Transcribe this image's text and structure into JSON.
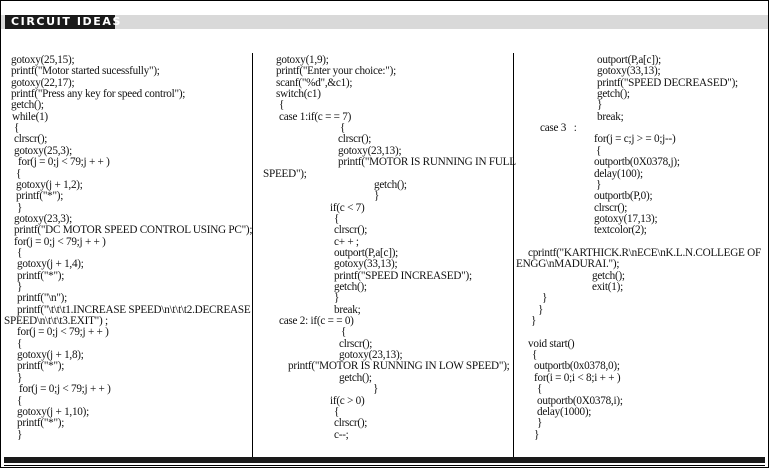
{
  "header": {
    "section_label": "CIRCUIT IDEAS"
  },
  "columns": [
    [
      "gotoxy(25,15);",
      "printf(\"Motor started sucessfully\");",
      "gotoxy(22,17);",
      "printf(\"Press any key for speed control\");",
      "getch();",
      "while(1)",
      "{",
      "clrscr();",
      "gotoxy(25,3);",
      "for(j = 0;j < 79;j + + )",
      "{",
      "gotoxy(j + 1,2);",
      "printf(\"*\");",
      "}",
      "gotoxy(23,3);",
      "printf(\"DC MOTOR SPEED CONTROL USING PC\");",
      "for(j = 0;j < 79;j + + )",
      "{",
      "gotoxy(j + 1,4);",
      "printf(\"*\");",
      "}",
      "printf(\"\\n\");",
      "printf(\"\\t\\t\\t1.INCREASE SPEED\\n\\t\\t\\t2.DECREASE",
      "SPEED\\n\\t\\t\\t3.EXIT\") ;",
      "for(j = 0;j < 79;j + + )",
      "{",
      "gotoxy(j + 1,8);",
      "printf(\"*\");",
      "}",
      "for(j = 0;j < 79;j + + )",
      "{",
      "gotoxy(j + 1,10);",
      "printf(\"*\");",
      "}"
    ],
    [
      "gotoxy(1,9);",
      "printf(\"Enter your choice:\");",
      "scanf(\"%d\",&c1);",
      "switch(c1)",
      "{",
      "case 1:if(c = = 7)",
      "{",
      "clrscr();",
      "gotoxy(23,13);",
      "printf(\"MOTOR IS RUNNING IN FULL",
      "SPEED\");",
      "getch();",
      "}",
      "if(c < 7)",
      "{",
      "clrscr();",
      "c+ + ;",
      "outport(P,a[c]);",
      "gotoxy(33,13);",
      "printf(\"SPEED INCREASED\");",
      "getch();",
      "}",
      "break;",
      "case 2: if(c = = 0)",
      "{",
      "clrscr();",
      "gotoxy(23,13);",
      "printf(\"MOTOR IS RUNNING IN LOW SPEED\");",
      "getch();",
      "}",
      "if(c > 0)",
      "{",
      "clrscr();",
      "c--;"
    ],
    [
      "outport(P,a[c]);",
      "gotoxy(33,13);",
      "printf(\"SPEED DECREASED\");",
      "getch();",
      "}",
      "break;",
      "case 3   :",
      "for(j = c;j > = 0;j--)",
      "{",
      "outportb(0X0378,j);",
      "delay(100);",
      "}",
      "outportb(P,0);",
      "clrscr();",
      "gotoxy(17,13);",
      "textcolor(2);",
      "",
      "cprintf(\"KARTHICK.R\\nECE\\nK.L.N.COLLEGE OF",
      "ENGG\\nMADURAI.\");",
      "getch();",
      "exit(1);",
      "}",
      "}",
      "}",
      "",
      "void start()",
      "{",
      "outportb(0x0378,0);",
      "for(i = 0;i < 8;i + + )",
      "{",
      "outportb(0X0378,i);",
      "delay(1000);",
      "}",
      "}"
    ]
  ]
}
